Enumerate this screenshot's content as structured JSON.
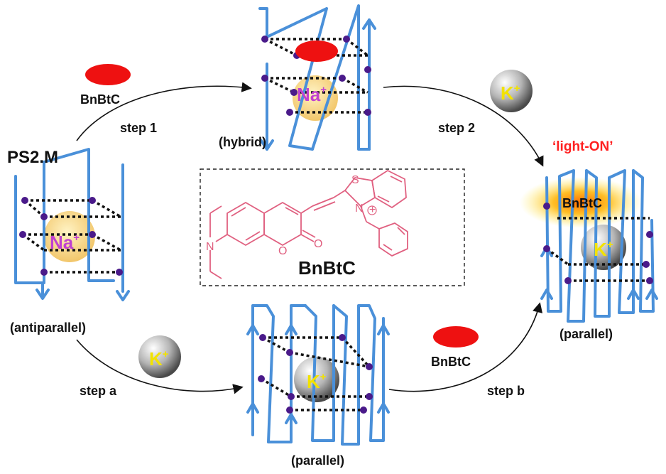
{
  "labels": {
    "ps2m": "PS2.M",
    "antiparallel": "(antiparallel)",
    "hybrid": "(hybrid)",
    "parallel_bottom": "(parallel)",
    "parallel_right": "(parallel)",
    "light_on": "‘light-ON’",
    "step_1": "step 1",
    "step_2": "step 2",
    "step_a": "step a",
    "step_b": "step b",
    "ligand_top": "BnBtC",
    "ligand_bottom": "BnBtC",
    "ligand_center": "BnBtC",
    "ligand_bound": "BnBtC"
  },
  "ions": {
    "na": "Na",
    "k": "K",
    "plus": "+"
  },
  "molecule_atoms": {
    "sulfur": "S",
    "nitrogen_ring": "N",
    "nitrogen_amine": "N",
    "oxygen_ring": "O",
    "oxygen_carbonyl": "O",
    "charge": "+"
  },
  "colors": {
    "strand": "#4a90d9",
    "node": "#4a1a8a",
    "ligand": "#ee1111",
    "molecule": "#e06080",
    "na_text": "#c040d0",
    "k_text": "#f2e200",
    "glow": "#ff8800",
    "light_on_text": "#ff2020"
  }
}
